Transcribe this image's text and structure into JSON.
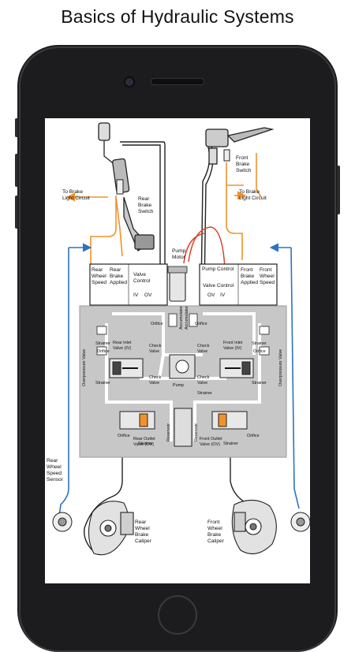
{
  "header": {
    "title": "Basics of Hydraulic Systems"
  },
  "diagram": {
    "labels": {
      "to_brake_light_left": [
        "To Brake",
        "Light Circuit"
      ],
      "rear_brake_switch": [
        "Rear",
        "Brake",
        "Switch"
      ],
      "to_brake_light_right": [
        "To Brake",
        "Light Circuit"
      ],
      "front_brake_switch": [
        "Front",
        "Brake",
        "Switch"
      ],
      "pump_motor": [
        "Pump",
        "Motor"
      ],
      "rear_wheel_speed_box": [
        "Rear",
        "Wheel",
        "Speed"
      ],
      "rear_brake_applied_box": [
        "Rear",
        "Brake",
        "Applied"
      ],
      "valve_control_left": [
        "Valve",
        "Control"
      ],
      "iv_left": "IV",
      "ov_left": "OV",
      "pump_control": "Pump Control",
      "front_brake_applied_box": [
        "Front",
        "Brake",
        "Applied"
      ],
      "front_wheel_speed_box": [
        "Front",
        "Wheel",
        "Speed"
      ],
      "valve_control_right": "Valve Control",
      "ov_right": "OV",
      "iv_right": "IV",
      "rear_inlet_valve": [
        "Rear Inlet",
        "Valve (IV)"
      ],
      "front_inlet_valve": [
        "Front Inlet",
        "Valve (IV)"
      ],
      "strainer": "Strainer",
      "orifice": "Orifice",
      "check_valve": [
        "Check",
        "Valve"
      ],
      "accumulator": "Accumulator",
      "pump": "Pump",
      "overpressure_valve": "Overpressure Valve",
      "reservoir": "Reservoir",
      "rear_outlet_valve": [
        "Rear Outlet",
        "Valve (OV)"
      ],
      "front_outlet_valve": [
        "Front Outlet",
        "Valve (OV)"
      ],
      "rear_wheel_speed_sensor": [
        "Rear",
        "Wheel",
        "Speed",
        "Sensor"
      ],
      "rear_wheel_brake_caliper": [
        "Rear",
        "Wheel",
        "Brake",
        "Caliper"
      ],
      "front_wheel_brake_caliper": [
        "Front",
        "Wheel",
        "Brake",
        "Caliper"
      ]
    }
  },
  "colors": {
    "phone_body": "#1c1c1e",
    "signal_orange": "#f0922b",
    "sensor_blue": "#2a73c4",
    "hydraulic_block": "#c7c7c7",
    "pump_wire_red": "#d9422c"
  }
}
